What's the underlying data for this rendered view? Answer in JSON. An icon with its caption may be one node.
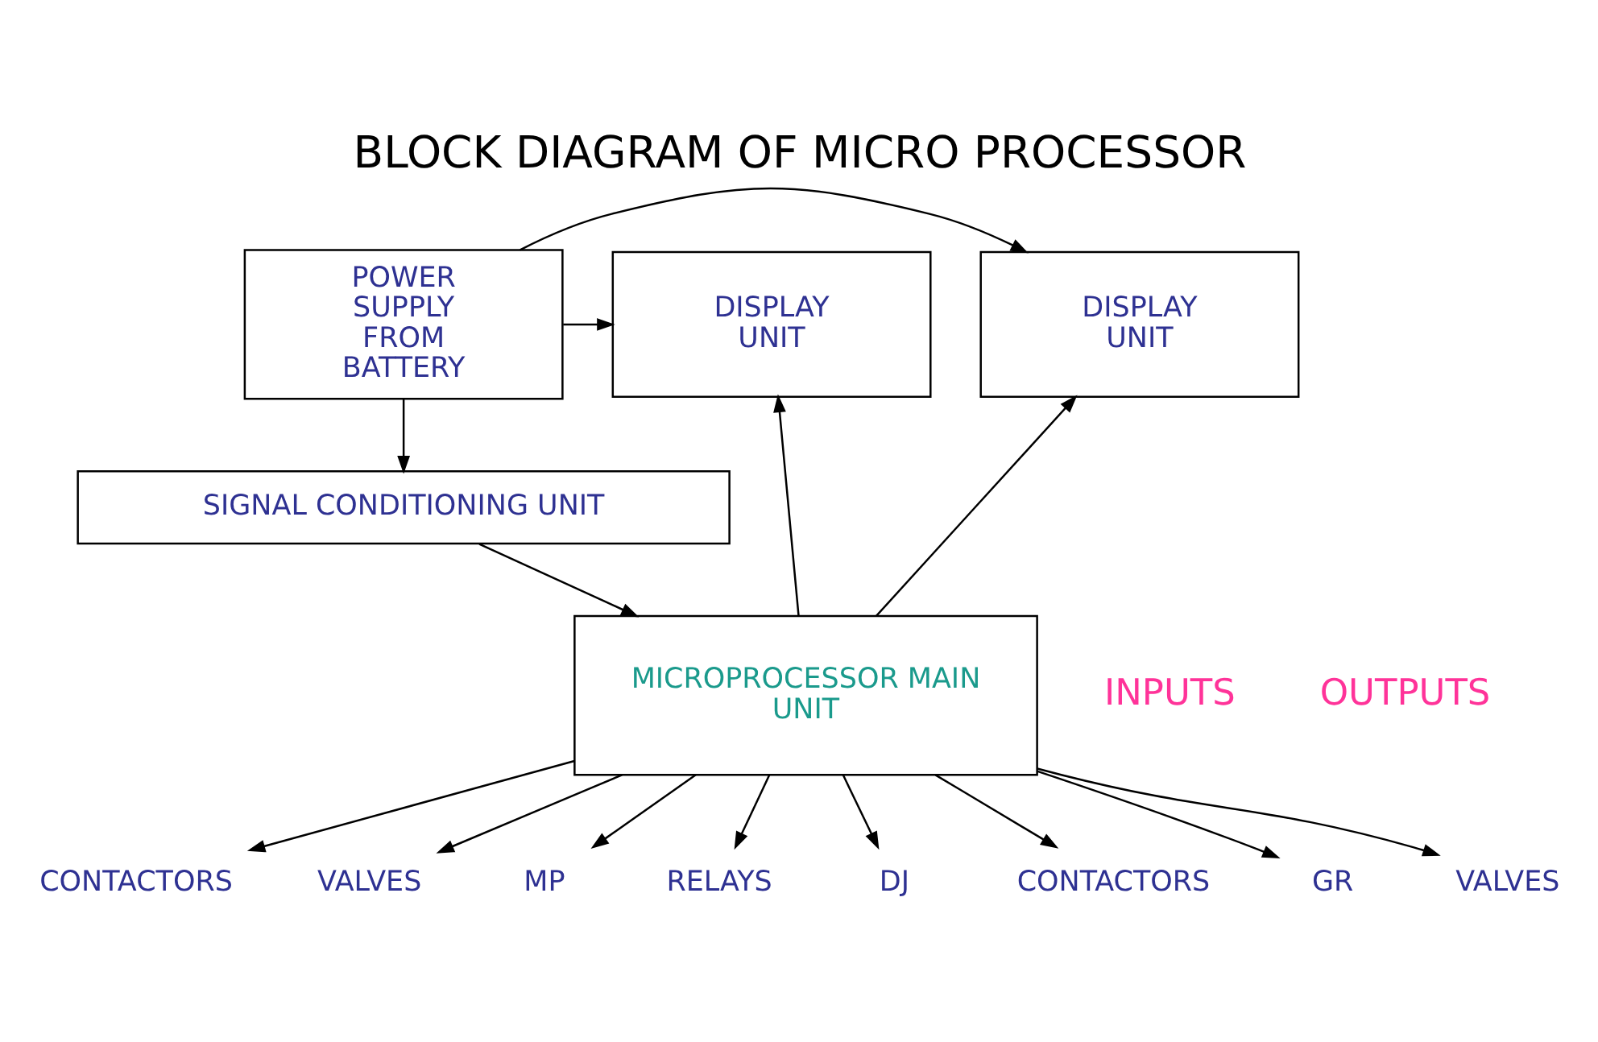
{
  "diagram": {
    "title": "BLOCK DIAGRAM OF MICRO PROCESSOR",
    "nodes": [
      {
        "text": [
          "DISPLAY UNIT"
        ]
      },
      {
        "text": [
          "POWER SUPPLY FROM BATTERY"
        ]
      },
      {
        "text": [
          "DISPLAY UNIT"
        ]
      },
      {
        "text": [
          "SIGNAL CONDITIONING UNIT"
        ]
      },
      {
        "text": [
          "MICROPROCESSOR MAIN UNIT"
        ]
      },
      {
        "text": [
          "CONTACTORS"
        ]
      },
      {
        "text": [
          "VALVES"
        ]
      },
      {
        "text": [
          "MP"
        ]
      },
      {
        "text": [
          "RELAYS"
        ]
      },
      {
        "text": [
          "DJ"
        ]
      },
      {
        "text": [
          "CONTACTORS"
        ]
      },
      {
        "text": [
          "GR"
        ]
      },
      {
        "text": [
          "VALVES"
        ]
      }
    ],
    "edges": [
      {
        "from": 1,
        "to": 0,
        "arrow": "to"
      },
      {
        "from": 1,
        "to": 2,
        "arrow": "to"
      },
      {
        "from": 1,
        "to": 3,
        "arrow": "to"
      },
      {
        "from": 3,
        "to": 4,
        "arrow": "to"
      },
      {
        "from": 4,
        "to": 0,
        "arrow": "to"
      },
      {
        "from": 4,
        "to": 2,
        "arrow": "to"
      },
      {
        "from": 4,
        "to": 5,
        "arrow": "to"
      },
      {
        "from": 4,
        "to": 6,
        "arrow": "to"
      },
      {
        "from": 4,
        "to": 7,
        "arrow": "to"
      },
      {
        "from": 4,
        "to": 8,
        "arrow": "to"
      },
      {
        "from": 4,
        "to": 9,
        "arrow": "to"
      },
      {
        "from": 4,
        "to": 10,
        "arrow": "to"
      },
      {
        "from": 4,
        "to": 11,
        "arrow": "to"
      },
      {
        "from": 4,
        "to": 12,
        "arrow": "to"
      }
    ],
    "labels": [
      "INPUTS",
      "OUTPUTS"
    ]
  }
}
